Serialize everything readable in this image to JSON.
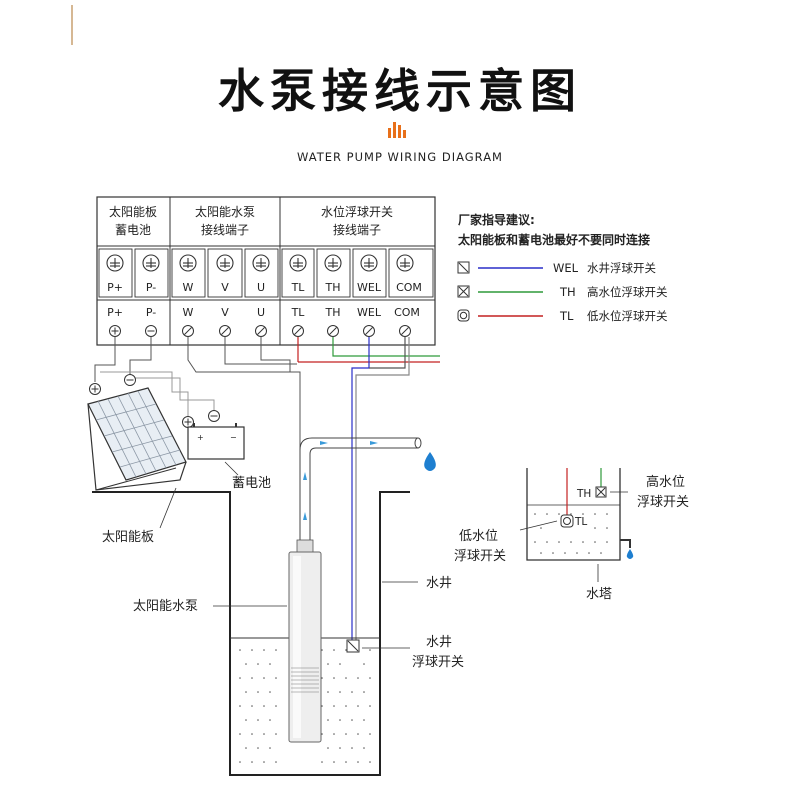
{
  "title": "水泵接线示意图",
  "subtitle": "WATER PUMP WIRING DIAGRAM",
  "terminal_box": {
    "headers": [
      {
        "line1": "太阳能板",
        "line2": "蓄电池"
      },
      {
        "line1": "太阳能水泵",
        "line2": "接线端子"
      },
      {
        "line1": "水位浮球开关",
        "line2": "接线端子"
      }
    ],
    "terminals": [
      "P+",
      "P-",
      "W",
      "V",
      "U",
      "TL",
      "TH",
      "WEL",
      "COM"
    ]
  },
  "note": {
    "line1": "厂家指导建议:",
    "line2": "太阳能板和蓄电池最好不要同时连接"
  },
  "legend": [
    {
      "code": "WEL",
      "label": "水井浮球开关",
      "color": "#2a2fc8"
    },
    {
      "code": "TH",
      "label": "高水位浮球开关",
      "color": "#2e9a3a"
    },
    {
      "code": "TL",
      "label": "低水位浮球开关",
      "color": "#c42020"
    }
  ],
  "labels": {
    "battery": "蓄电池",
    "solar_panel": "太阳能板",
    "solar_pump": "太阳能水泵",
    "well": "水井",
    "well_float_1": "水井",
    "well_float_2": "浮球开关",
    "high_level_1": "高水位",
    "high_level_2": "浮球开关",
    "low_level_1": "低水位",
    "low_level_2": "浮球开关",
    "tower": "水塔",
    "tower_th": "TH",
    "tower_tl": "TL"
  },
  "colors": {
    "wire_blue": "#2a2fc8",
    "wire_green": "#2e9a3a",
    "wire_red": "#c42020",
    "accent_orange": "#e8701a",
    "water_drop": "#1e7fd0"
  }
}
